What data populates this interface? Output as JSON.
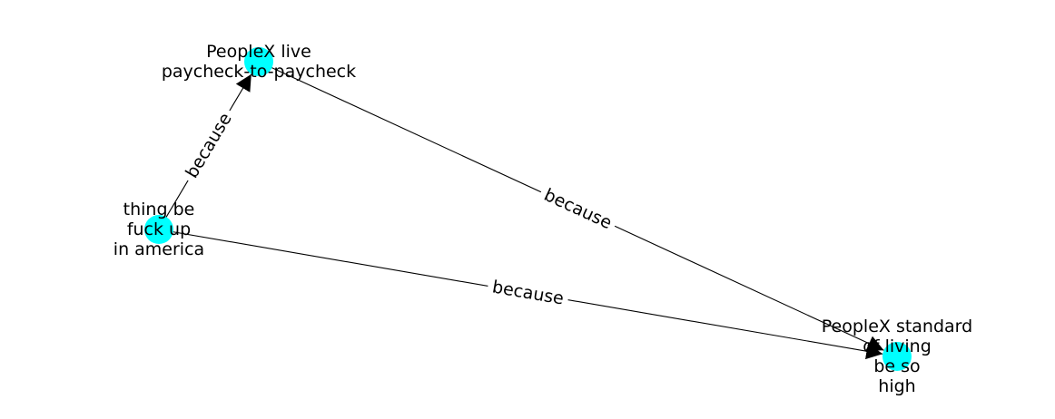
{
  "chart_data": {
    "type": "directed-graph",
    "node_color": "#00ffff",
    "edge_color": "#000000",
    "nodes": [
      {
        "id": "n1",
        "label_lines": [
          "PeopleX live",
          "paycheck-to-paycheck"
        ]
      },
      {
        "id": "n2",
        "label_lines": [
          "thing be",
          "fuck up",
          "in america"
        ]
      },
      {
        "id": "n3",
        "label_lines": [
          "PeopleX standard",
          "of living",
          "be so",
          "high"
        ]
      }
    ],
    "edges": [
      {
        "source": "n2",
        "target": "n1",
        "label": "because"
      },
      {
        "source": "n1",
        "target": "n3",
        "label": "because"
      },
      {
        "source": "n2",
        "target": "n3",
        "label": "because"
      }
    ]
  }
}
